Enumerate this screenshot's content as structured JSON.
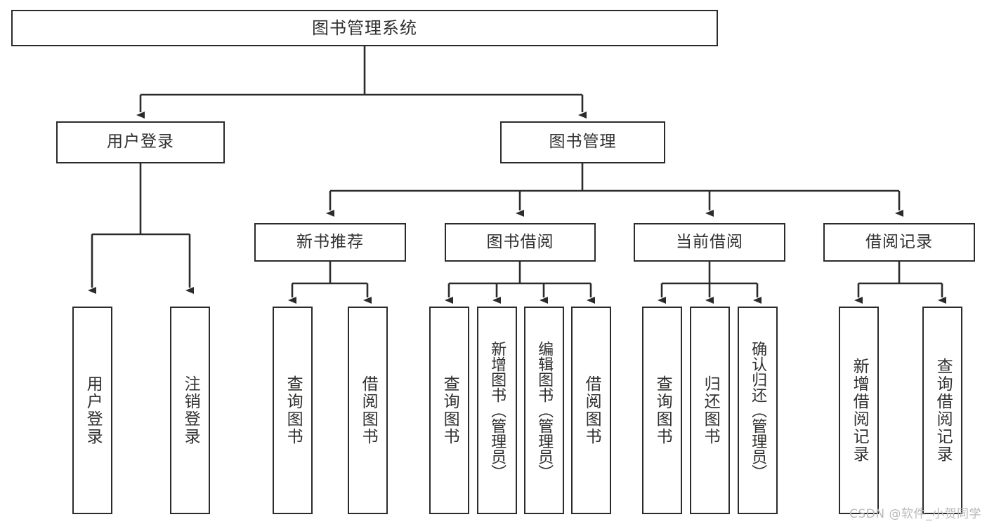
{
  "diagram": {
    "type": "tree-hierarchy",
    "title": "图书管理系统",
    "root": {
      "id": "root",
      "label": "图书管理系统"
    },
    "level2": [
      {
        "id": "user-login",
        "label": "用户登录"
      },
      {
        "id": "book-manage",
        "label": "图书管理"
      }
    ],
    "level3": [
      {
        "id": "new-book-recommend",
        "label": "新书推荐",
        "parent": "book-manage"
      },
      {
        "id": "book-borrow",
        "label": "图书借阅",
        "parent": "book-manage"
      },
      {
        "id": "current-borrow",
        "label": "当前借阅",
        "parent": "book-manage"
      },
      {
        "id": "borrow-record",
        "label": "借阅记录",
        "parent": "book-manage"
      }
    ],
    "leaves": {
      "user-login": [
        {
          "id": "leaf-user-login",
          "label": "用户登录"
        },
        {
          "id": "leaf-user-logout",
          "label": "注销登录"
        }
      ],
      "new-book-recommend": [
        {
          "id": "leaf-query-book-1",
          "label": "查询图书"
        },
        {
          "id": "leaf-borrow-book-1",
          "label": "借阅图书"
        }
      ],
      "book-borrow": [
        {
          "id": "leaf-query-book-2",
          "label": "查询图书"
        },
        {
          "id": "leaf-add-book",
          "label": "新增图书（管理员）"
        },
        {
          "id": "leaf-edit-book",
          "label": "编辑图书（管理员）"
        },
        {
          "id": "leaf-borrow-book-2",
          "label": "借阅图书"
        }
      ],
      "current-borrow": [
        {
          "id": "leaf-query-book-3",
          "label": "查询图书"
        },
        {
          "id": "leaf-return-book",
          "label": "归还图书"
        },
        {
          "id": "leaf-confirm-return",
          "label": "确认归还（管理员）"
        }
      ],
      "borrow-record": [
        {
          "id": "leaf-add-record",
          "label": "新增借阅记录"
        },
        {
          "id": "leaf-query-record",
          "label": "查询借阅记录"
        }
      ]
    }
  },
  "watermark": {
    "text": "CSDN @软件_小贺同学"
  },
  "colors": {
    "stroke": "#2b2b2b",
    "text": "#30302f",
    "background": "#ffffff",
    "watermark": "#b9b9b9"
  }
}
